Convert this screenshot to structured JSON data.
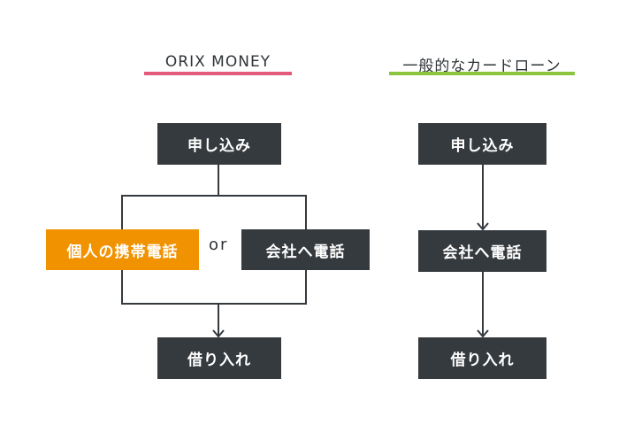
{
  "colors": {
    "dark_box": "#353a3e",
    "orange_box": "#f19200",
    "left_underline": "#e35a7c",
    "right_underline": "#8cc43d",
    "line": "#353a3e"
  },
  "left_flow": {
    "title": "ORIX MONEY",
    "apply": "申し込み",
    "option_a": "個人の携帯電話",
    "connector": "or",
    "option_b": "会社へ電話",
    "borrow": "借り入れ"
  },
  "right_flow": {
    "title": "一般的なカードローン",
    "apply": "申し込み",
    "call": "会社へ電話",
    "borrow": "借り入れ"
  }
}
